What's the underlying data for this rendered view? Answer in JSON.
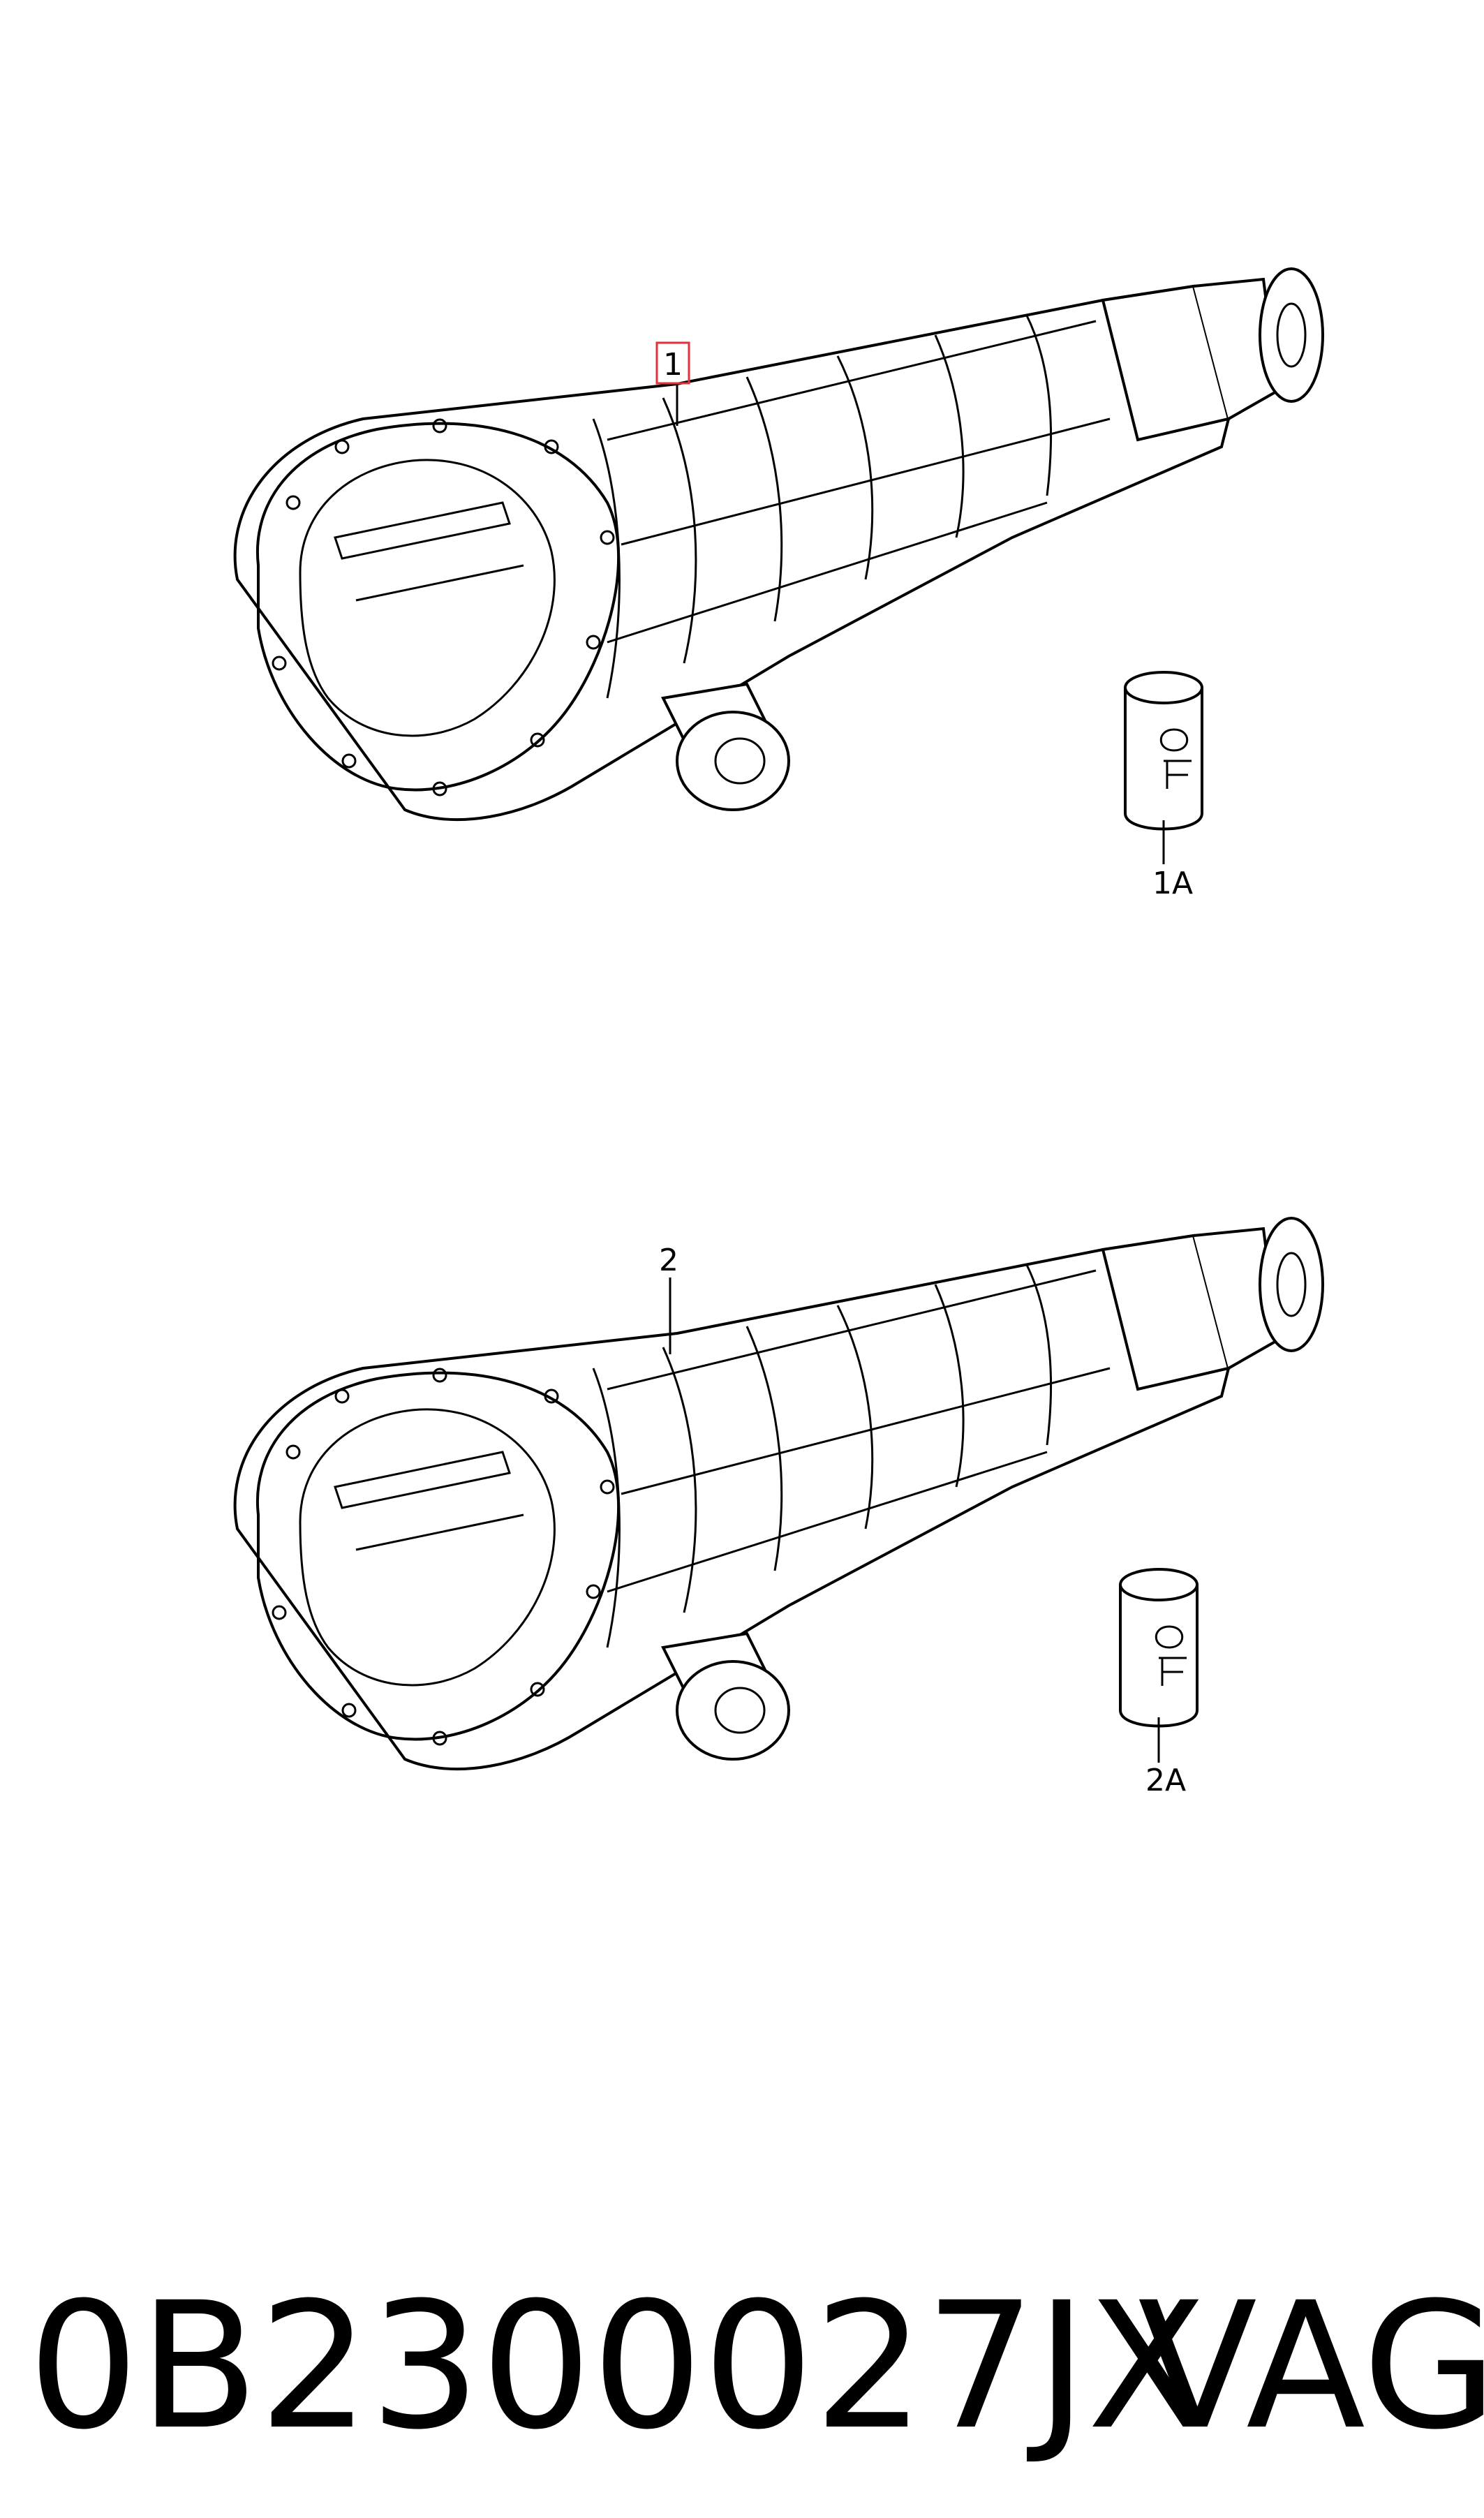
{
  "diagram": {
    "callouts": [
      {
        "id": "1",
        "label": "1",
        "highlighted": true
      },
      {
        "id": "1A",
        "label": "1A",
        "highlighted": false
      },
      {
        "id": "2",
        "label": "2",
        "highlighted": false
      },
      {
        "id": "2A",
        "label": "2A",
        "highlighted": false
      }
    ],
    "highlight_color": "#e0303a",
    "line_color": "#000000"
  },
  "footer": {
    "part_number": "0B2300027JX",
    "brand": "VAG"
  }
}
